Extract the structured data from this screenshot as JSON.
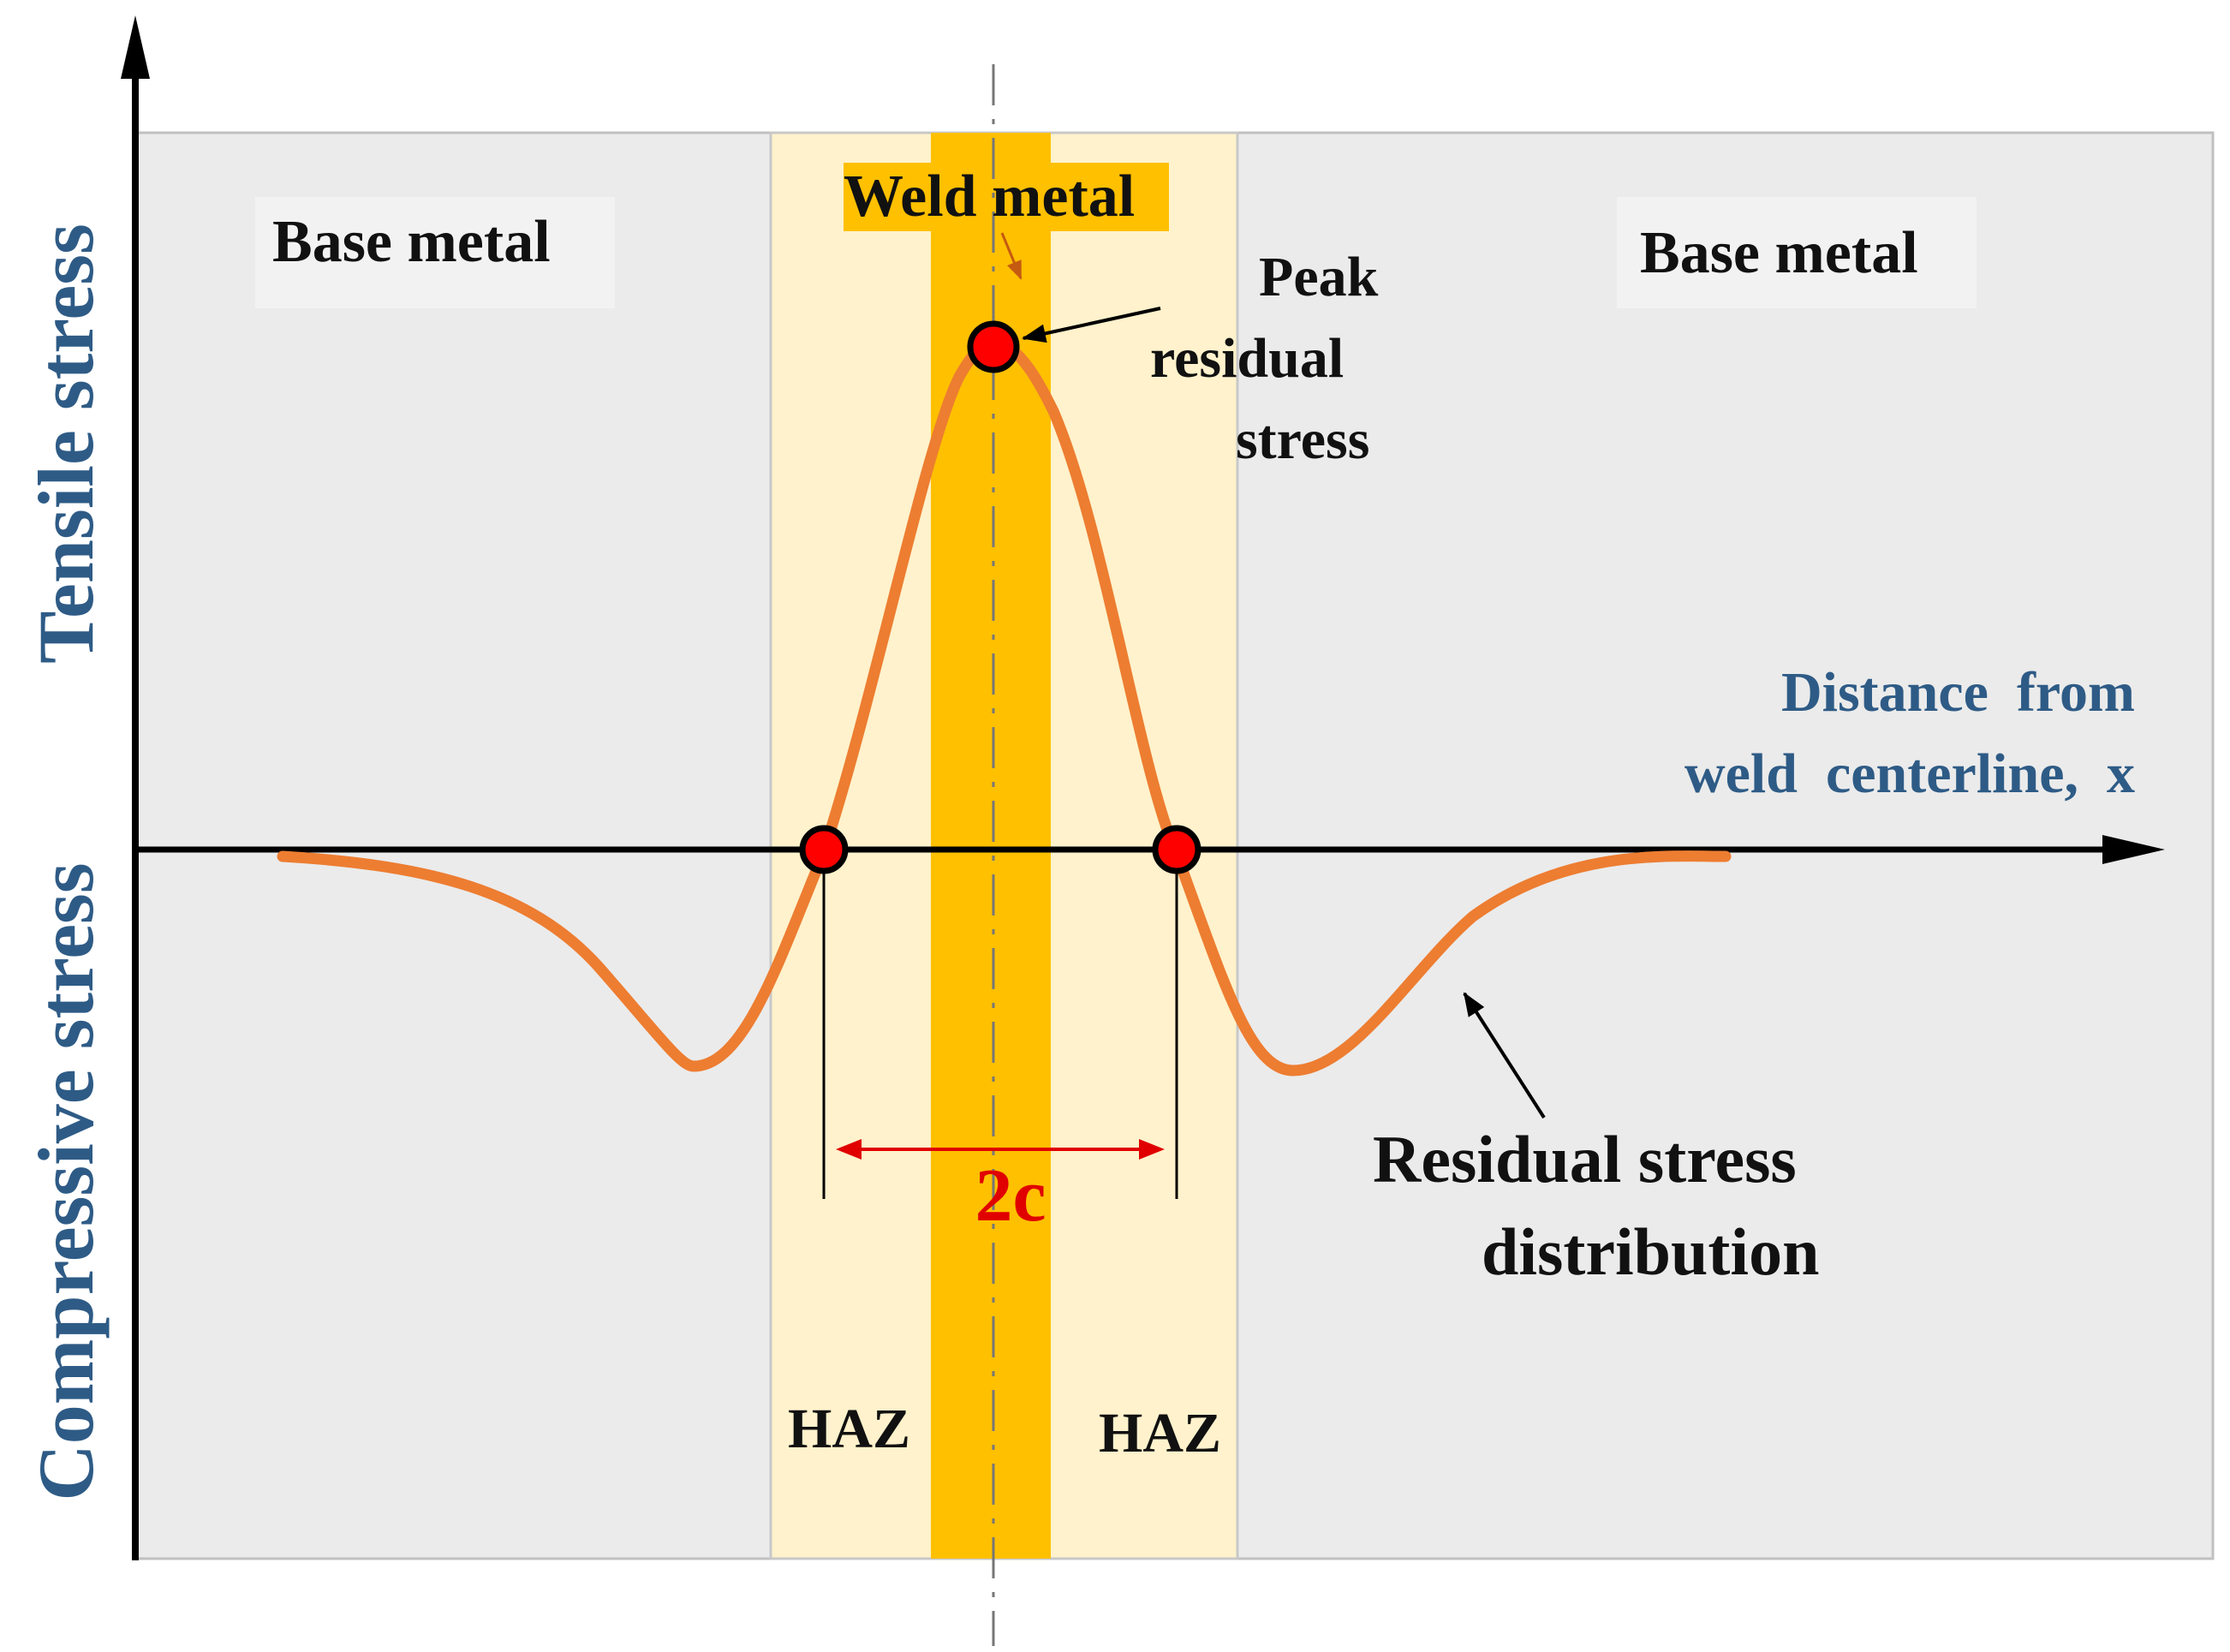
{
  "colors": {
    "background": "#ffffff",
    "base_metal_fill": "#ebebeb",
    "haz_fill": "#fff2cc",
    "weld_fill": "#ffc000",
    "curve": "#ed7d31",
    "point_fill": "#ff0000",
    "axis_label": "#2e5b86",
    "dimension": "#e00000",
    "axis": "#000000"
  },
  "labels": {
    "base_metal_left": "Base metal",
    "base_metal_right": "Base metal",
    "weld_metal": "Weld metal",
    "peak_line1": "Peak",
    "peak_line2": "residual",
    "peak_line3": "stress",
    "x_axis_line1": "Distance  from",
    "x_axis_line2": "weld  centerline,  x",
    "y_axis_top": "Tensile stress",
    "y_axis_bottom": "Compressive stress",
    "haz_left": "HAZ",
    "haz_right": "HAZ",
    "dimension": "2c",
    "curve_line1": "Residual stress",
    "curve_line2": "distribution"
  }
}
